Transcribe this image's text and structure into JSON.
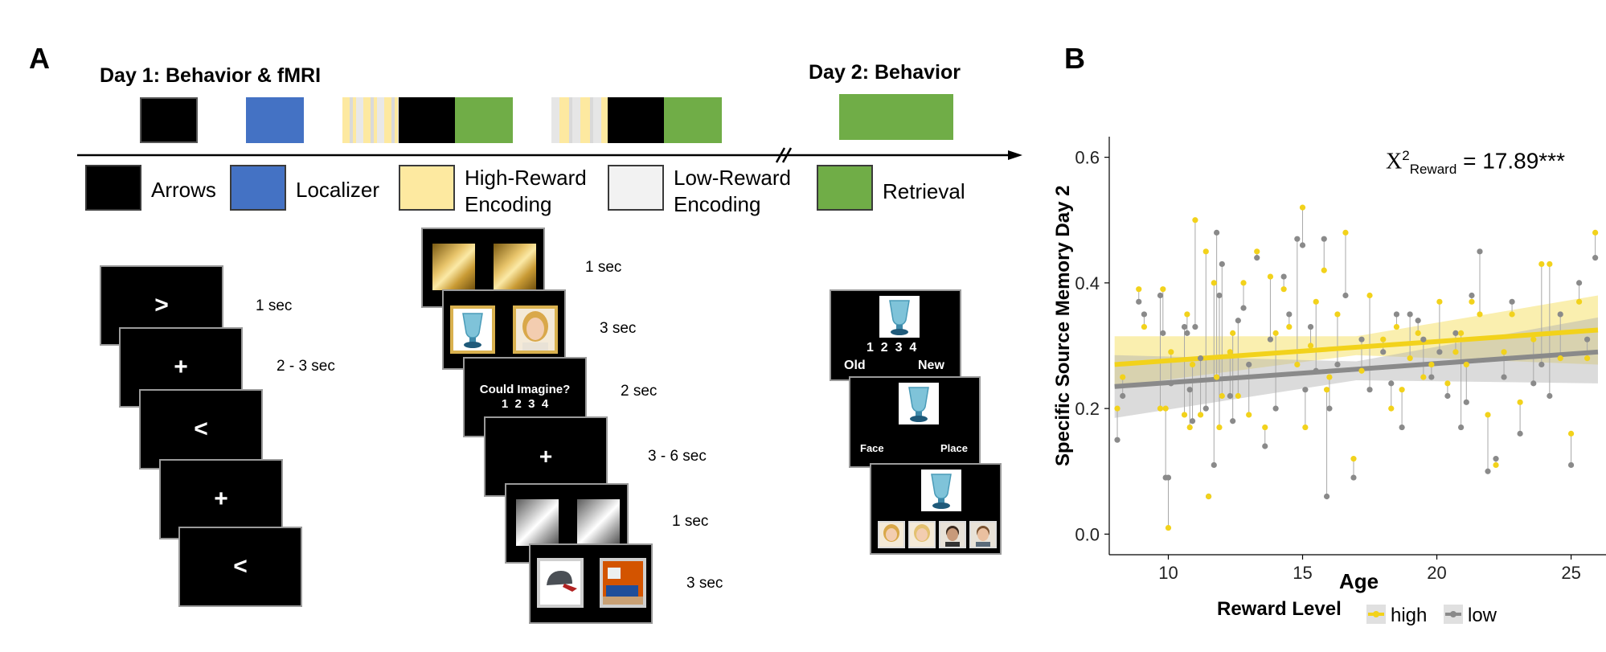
{
  "panel_a": {
    "letter": "A",
    "day1_title": "Day 1: Behavior & fMRI",
    "day2_title": "Day 2: Behavior",
    "legend": {
      "arrows": "Arrows",
      "localizer": "Localizer",
      "high_reward_1": "High-Reward",
      "high_reward_2": "Encoding",
      "low_reward_1": "Low-Reward",
      "low_reward_2": "Encoding",
      "retrieval": "Retrieval"
    },
    "colors": {
      "arrows": "#000000",
      "localizer": "#4472c4",
      "high_reward": "#fde9a0",
      "low_reward": "#f2f2f2",
      "retrieval": "#70ad47"
    },
    "arrows_task": {
      "screens": [
        ">",
        "+",
        "<",
        "+",
        "<"
      ],
      "times": [
        "1 sec",
        "2 - 3 sec"
      ]
    },
    "encoding_task": {
      "prompt_line1": "Could Imagine?",
      "prompt_line2": "1  2  3  4",
      "fixation": "+",
      "times": [
        "1 sec",
        "3 sec",
        "2 sec",
        "3 - 6 sec",
        "1 sec",
        "3 sec"
      ]
    },
    "retrieval_task": {
      "scale": "1  2  3  4",
      "old": "Old",
      "new": "New",
      "face": "Face",
      "place": "Place"
    }
  },
  "panel_b": {
    "letter": "B",
    "annotation_prefix": "X",
    "annotation_sup": "2",
    "annotation_sub": "Reward",
    "annotation_value": " = 17.89***",
    "legend_title": "Reward Level",
    "legend_high": "high",
    "legend_low": "low",
    "colors": {
      "high": "#f2d21b",
      "low": "#8a8a8a"
    }
  },
  "chart_data": {
    "type": "scatter",
    "xlabel": "Age",
    "ylabel": "Specific Source Memory Day 2",
    "xlim": [
      7.8,
      26.3
    ],
    "ylim": [
      -0.02,
      0.62
    ],
    "x_ticks": [
      10,
      15,
      20,
      25
    ],
    "y_ticks": [
      0.0,
      0.2,
      0.4,
      0.6
    ],
    "y_tick_labels": [
      "0.0",
      "0.2",
      "0.4",
      "0.6"
    ],
    "grid": false,
    "legend_position": "bottom",
    "fit_lines": [
      {
        "name": "high",
        "x": [
          8.0,
          26.0
        ],
        "y": [
          0.27,
          0.325
        ],
        "ci_low": [
          [
            8.0,
            0.235
          ],
          [
            17.0,
            0.285
          ],
          [
            26.0,
            0.27
          ]
        ],
        "ci_high": [
          [
            8.0,
            0.315
          ],
          [
            17.0,
            0.315
          ],
          [
            26.0,
            0.38
          ]
        ]
      },
      {
        "name": "low",
        "x": [
          8.0,
          26.0
        ],
        "y": [
          0.235,
          0.29
        ],
        "ci_low": [
          [
            8.0,
            0.185
          ],
          [
            17.0,
            0.245
          ],
          [
            26.0,
            0.24
          ]
        ],
        "ci_high": [
          [
            8.0,
            0.285
          ],
          [
            17.0,
            0.275
          ],
          [
            26.0,
            0.345
          ]
        ]
      }
    ],
    "pairs": [
      [
        8.1,
        0.2,
        0.15
      ],
      [
        8.3,
        0.25,
        0.22
      ],
      [
        8.9,
        0.39,
        0.37
      ],
      [
        9.1,
        0.33,
        0.35
      ],
      [
        9.7,
        0.2,
        0.38
      ],
      [
        9.8,
        0.39,
        0.32
      ],
      [
        9.9,
        0.2,
        0.09
      ],
      [
        10.0,
        0.01,
        0.09
      ],
      [
        10.1,
        0.29,
        0.24
      ],
      [
        10.6,
        0.19,
        0.33
      ],
      [
        10.7,
        0.35,
        0.32
      ],
      [
        10.8,
        0.17,
        0.23
      ],
      [
        10.9,
        0.27,
        0.18
      ],
      [
        11.0,
        0.5,
        0.33
      ],
      [
        11.2,
        0.19,
        0.28
      ],
      [
        11.4,
        0.45,
        0.2
      ],
      [
        11.5,
        0.06,
        0.06
      ],
      [
        11.7,
        0.4,
        0.11
      ],
      [
        11.8,
        0.25,
        0.48
      ],
      [
        11.9,
        0.17,
        0.38
      ],
      [
        12.0,
        0.22,
        0.43
      ],
      [
        12.3,
        0.29,
        0.22
      ],
      [
        12.4,
        0.32,
        0.18
      ],
      [
        12.6,
        0.22,
        0.34
      ],
      [
        12.8,
        0.4,
        0.36
      ],
      [
        13.0,
        0.19,
        0.27
      ],
      [
        13.3,
        0.45,
        0.44
      ],
      [
        13.6,
        0.17,
        0.14
      ],
      [
        13.8,
        0.41,
        0.31
      ],
      [
        14.0,
        0.32,
        0.2
      ],
      [
        14.3,
        0.39,
        0.41
      ],
      [
        14.5,
        0.33,
        0.35
      ],
      [
        14.8,
        0.27,
        0.47
      ],
      [
        15.0,
        0.52,
        0.46
      ],
      [
        15.1,
        0.17,
        0.23
      ],
      [
        15.3,
        0.3,
        0.33
      ],
      [
        15.5,
        0.37,
        0.26
      ],
      [
        15.8,
        0.42,
        0.47
      ],
      [
        15.9,
        0.23,
        0.06
      ],
      [
        16.0,
        0.25,
        0.2
      ],
      [
        16.3,
        0.35,
        0.27
      ],
      [
        16.6,
        0.48,
        0.38
      ],
      [
        16.9,
        0.12,
        0.09
      ],
      [
        17.2,
        0.26,
        0.31
      ],
      [
        17.5,
        0.38,
        0.23
      ],
      [
        18.0,
        0.31,
        0.29
      ],
      [
        18.3,
        0.2,
        0.24
      ],
      [
        18.5,
        0.33,
        0.35
      ],
      [
        18.7,
        0.23,
        0.17
      ],
      [
        19.0,
        0.28,
        0.35
      ],
      [
        19.3,
        0.32,
        0.34
      ],
      [
        19.5,
        0.25,
        0.31
      ],
      [
        19.8,
        0.27,
        0.25
      ],
      [
        20.1,
        0.37,
        0.29
      ],
      [
        20.4,
        0.24,
        0.22
      ],
      [
        20.7,
        0.29,
        0.32
      ],
      [
        20.9,
        0.32,
        0.17
      ],
      [
        21.1,
        0.27,
        0.21
      ],
      [
        21.3,
        0.37,
        0.38
      ],
      [
        21.6,
        0.35,
        0.45
      ],
      [
        21.9,
        0.19,
        0.1
      ],
      [
        22.2,
        0.11,
        0.12
      ],
      [
        22.5,
        0.29,
        0.25
      ],
      [
        22.8,
        0.35,
        0.37
      ],
      [
        23.1,
        0.21,
        0.16
      ],
      [
        23.6,
        0.31,
        0.24
      ],
      [
        23.9,
        0.43,
        0.27
      ],
      [
        24.2,
        0.43,
        0.22
      ],
      [
        24.6,
        0.28,
        0.35
      ],
      [
        25.0,
        0.16,
        0.11
      ],
      [
        25.3,
        0.37,
        0.4
      ],
      [
        25.6,
        0.28,
        0.31
      ],
      [
        25.9,
        0.48,
        0.44
      ]
    ]
  }
}
